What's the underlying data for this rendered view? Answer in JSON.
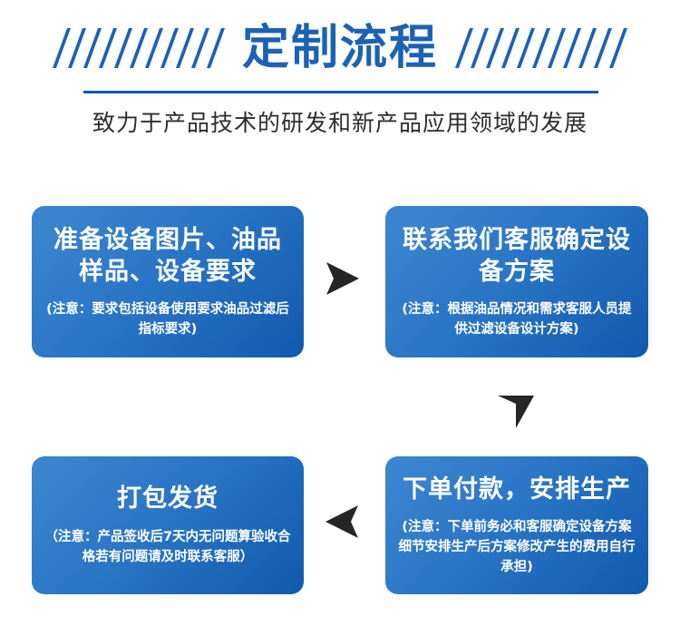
{
  "header": {
    "title": "定制流程",
    "subtitle": "致力于产品技术的研发和新产品应用领域的发展",
    "slash_count_left": 11,
    "slash_count_right": 11,
    "accent_color": "#1b62b5",
    "rule_color": "#1059aa"
  },
  "theme": {
    "box_gradient_start": "#3e86d1",
    "box_gradient_end": "#1159ae",
    "box_text_color": "#ffffff",
    "arrow_color": "#262626",
    "subtitle_color": "#2d2d2d",
    "background": "#ffffff"
  },
  "flow": {
    "steps": [
      {
        "id": "step-1",
        "heading": "准备设备图片、油品样品、设备要求",
        "note": "(注意：要求包括设备使用要求油品过滤后指标要求)"
      },
      {
        "id": "step-2",
        "heading": "联系我们客服确定设备方案",
        "note": "(注意：根据油品情况和需求客服人员提供过滤设备设计方案)"
      },
      {
        "id": "step-3",
        "heading": "下单付款，安排生产",
        "note": "(注意：下单前务必和客服确定设备方案细节安排生产后方案修改产生的费用自行承担)"
      },
      {
        "id": "step-4",
        "heading": "打包发货",
        "note": "（注意：产品签收后7天内无问题算验收合格若有问题请及时联系客服）"
      }
    ],
    "connectors": [
      {
        "id": "connector-1",
        "icon": "arrow-right-icon",
        "from": "step-1",
        "to": "step-2"
      },
      {
        "id": "connector-2",
        "icon": "arrow-down-icon",
        "from": "step-2",
        "to": "step-3"
      },
      {
        "id": "connector-3",
        "icon": "arrow-left-icon",
        "from": "step-3",
        "to": "step-4"
      }
    ]
  }
}
